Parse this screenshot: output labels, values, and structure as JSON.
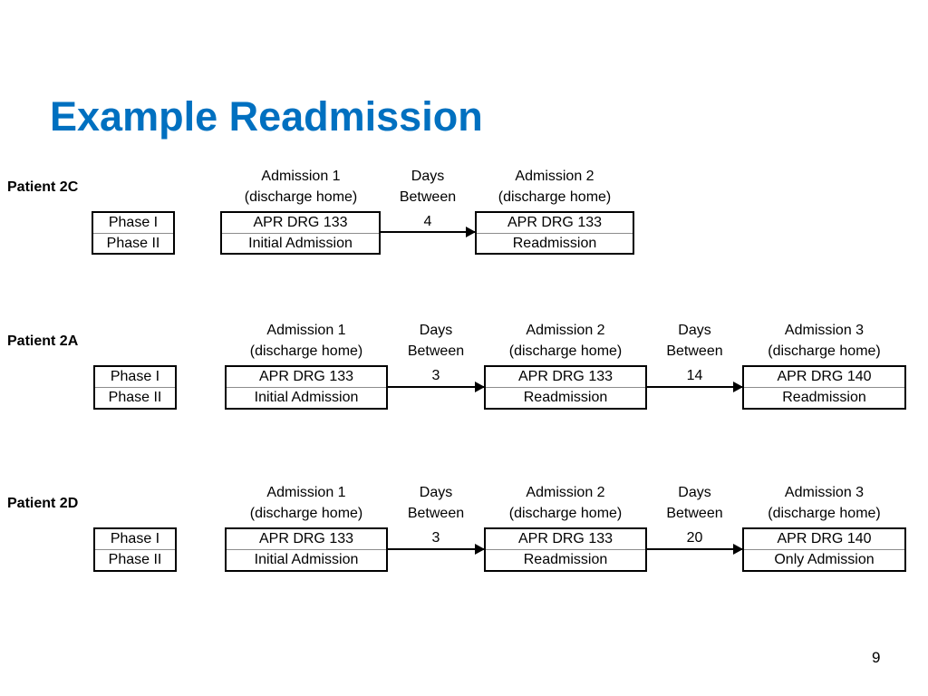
{
  "title": "Example Readmission",
  "page_number": "9",
  "hdr": {
    "admission_1": [
      "Admission 1",
      "(discharge home)"
    ],
    "admission_2": [
      "Admission 2",
      "(discharge home)"
    ],
    "admission_3": [
      "Admission 3",
      "(discharge home)"
    ],
    "days_between": [
      "Days",
      "Between"
    ]
  },
  "phases": [
    "Phase I",
    "Phase II"
  ],
  "patients": [
    {
      "label": "Patient 2C",
      "admissions": [
        {
          "drg": "APR DRG 133",
          "type": "Initial Admission"
        },
        {
          "drg": "APR DRG 133",
          "type": "Readmission"
        }
      ],
      "days_between": [
        "4"
      ]
    },
    {
      "label": "Patient 2A",
      "admissions": [
        {
          "drg": "APR DRG 133",
          "type": "Initial Admission"
        },
        {
          "drg": "APR DRG 133",
          "type": "Readmission"
        },
        {
          "drg": "APR DRG 140",
          "type": "Readmission"
        }
      ],
      "days_between": [
        "3",
        "14"
      ]
    },
    {
      "label": "Patient 2D",
      "admissions": [
        {
          "drg": "APR DRG 133",
          "type": "Initial Admission"
        },
        {
          "drg": "APR DRG 133",
          "type": "Readmission"
        },
        {
          "drg": "APR DRG 140",
          "type": "Only Admission"
        }
      ],
      "days_between": [
        "3",
        "20"
      ]
    }
  ]
}
